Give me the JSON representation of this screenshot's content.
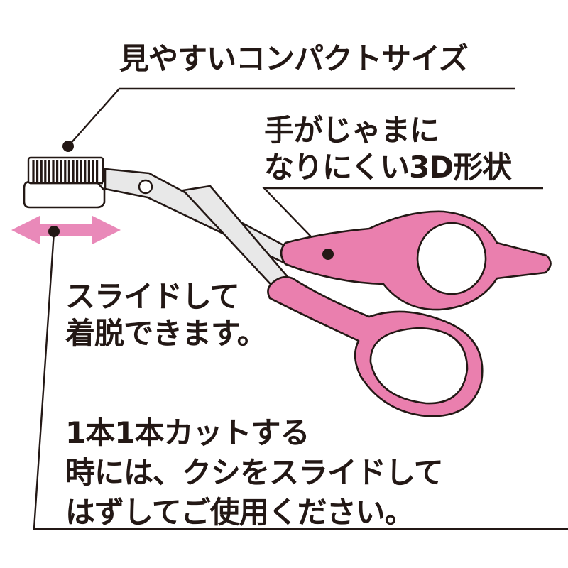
{
  "callouts": {
    "compact_size": "見やすいコンパクトサイズ",
    "shape_3d": {
      "line1": "手がじゃまに",
      "line2": "なりにくい3D形状"
    },
    "slide": {
      "line1": "スライドして",
      "line2": "着脱できます。"
    },
    "cut_instructions": {
      "line1": "1本1本カットする",
      "line2": "時には、クシをスライドして",
      "line3": "はずしてご使用ください。"
    }
  },
  "colors": {
    "handle_pink": "#ea7fae",
    "arrow_pink": "#e989b9",
    "outline": "#231815",
    "blade_gray": "#e8e8e8"
  },
  "icons": {
    "scissors": "eyebrow-scissors-icon",
    "comb": "comb-attachment-icon",
    "slide_arrow": "double-headed-arrow-icon"
  }
}
